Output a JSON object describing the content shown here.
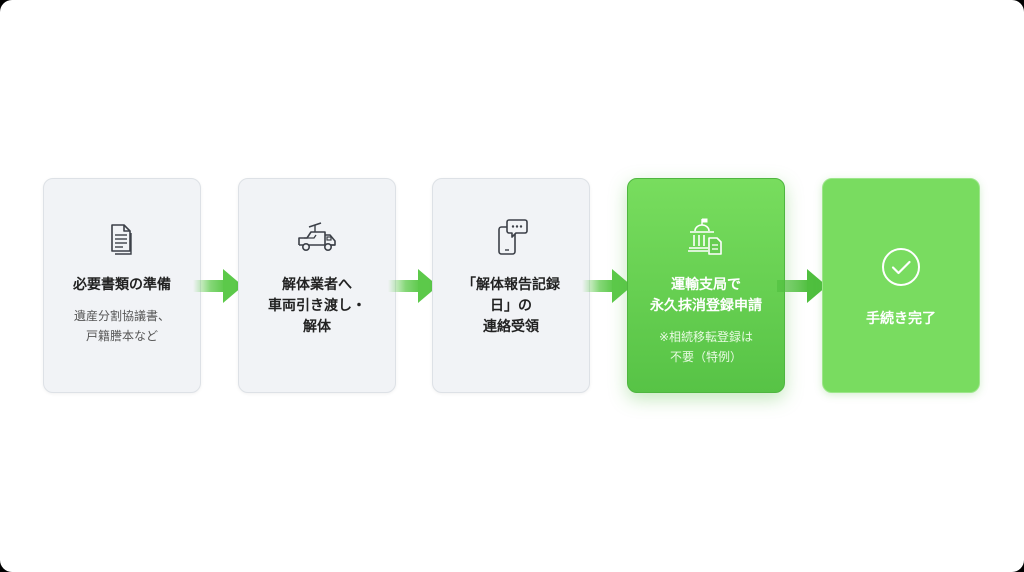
{
  "colors": {
    "card_gray_bg": "#f1f3f6",
    "card_green": "#6cd255",
    "arrow_green": "#5cc94a",
    "icon_gray": "#3c4048",
    "text_dark": "#222222"
  },
  "steps": [
    {
      "icon": "document-icon",
      "title": "必要書類の準備",
      "subtitle": "遺産分割協議書、\n戸籍謄本など",
      "style": "gray"
    },
    {
      "icon": "tow-truck-icon",
      "title": "解体業者へ\n車両引き渡し・\n解体",
      "subtitle": "",
      "style": "gray"
    },
    {
      "icon": "phone-message-icon",
      "title": "「解体報告記録\n日」の\n連絡受領",
      "subtitle": "",
      "style": "gray"
    },
    {
      "icon": "government-building-icon",
      "title": "運輸支局で\n永久抹消登録申請",
      "subtitle": "※相続移転登録は\n不要（特例）",
      "style": "green-highlight"
    },
    {
      "icon": "checkmark-circle-icon",
      "title": "手続き完了",
      "subtitle": "",
      "style": "green"
    }
  ]
}
